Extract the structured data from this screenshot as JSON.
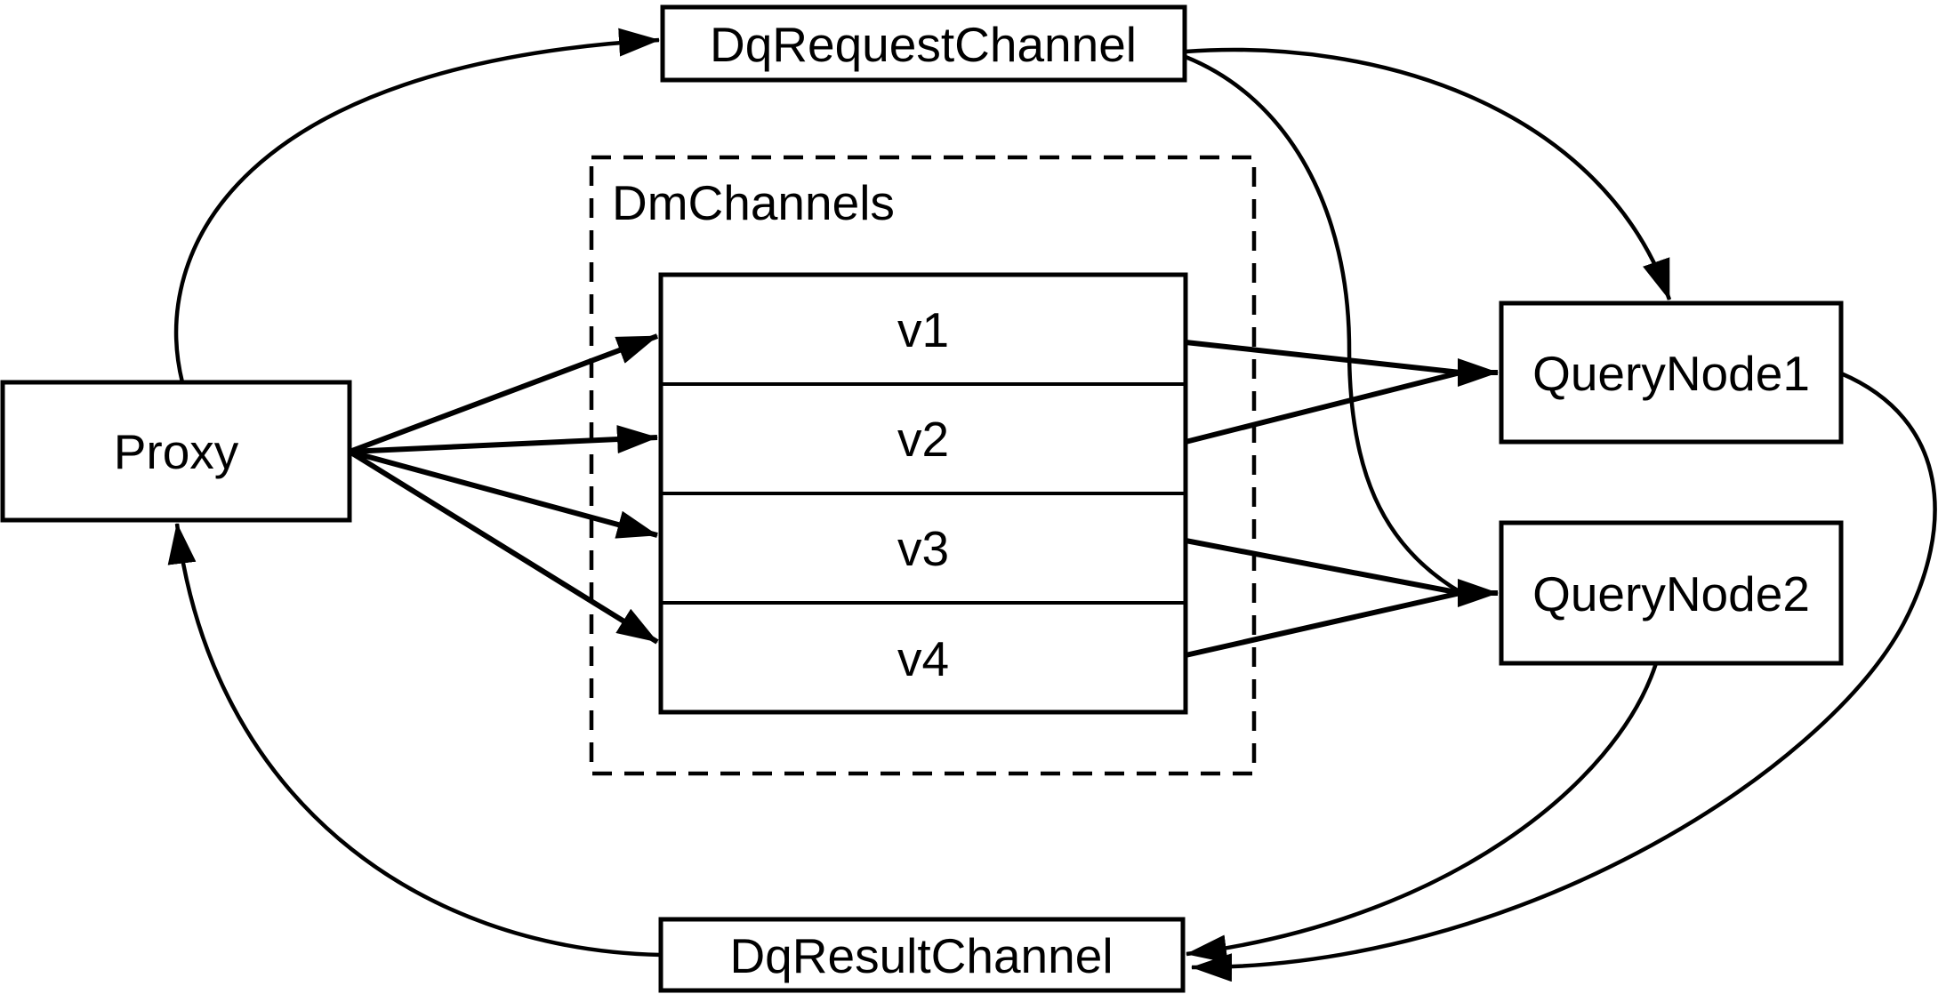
{
  "diagram": {
    "background_color": "#ffffff",
    "line_color": "#000000",
    "nodes": {
      "proxy": {
        "label": "Proxy"
      },
      "dq_request_channel": {
        "label": "DqRequestChannel"
      },
      "dm_channels_group": {
        "label": "DmChannels"
      },
      "v1": {
        "label": "v1"
      },
      "v2": {
        "label": "v2"
      },
      "v3": {
        "label": "v3"
      },
      "v4": {
        "label": "v4"
      },
      "query_node_1": {
        "label": "QueryNode1"
      },
      "query_node_2": {
        "label": "QueryNode2"
      },
      "dq_result_channel": {
        "label": "DqResultChannel"
      }
    },
    "edges": [
      {
        "from": "Proxy",
        "to": "DqRequestChannel"
      },
      {
        "from": "Proxy",
        "to": "v1"
      },
      {
        "from": "Proxy",
        "to": "v2"
      },
      {
        "from": "Proxy",
        "to": "v3"
      },
      {
        "from": "Proxy",
        "to": "v4"
      },
      {
        "from": "v1",
        "to": "QueryNode1"
      },
      {
        "from": "v2",
        "to": "QueryNode1"
      },
      {
        "from": "v3",
        "to": "QueryNode2"
      },
      {
        "from": "v4",
        "to": "QueryNode2"
      },
      {
        "from": "DqRequestChannel",
        "to": "QueryNode1"
      },
      {
        "from": "DqRequestChannel",
        "to": "QueryNode2"
      },
      {
        "from": "QueryNode1",
        "to": "DqResultChannel"
      },
      {
        "from": "QueryNode2",
        "to": "DqResultChannel"
      },
      {
        "from": "DqResultChannel",
        "to": "Proxy"
      }
    ]
  }
}
